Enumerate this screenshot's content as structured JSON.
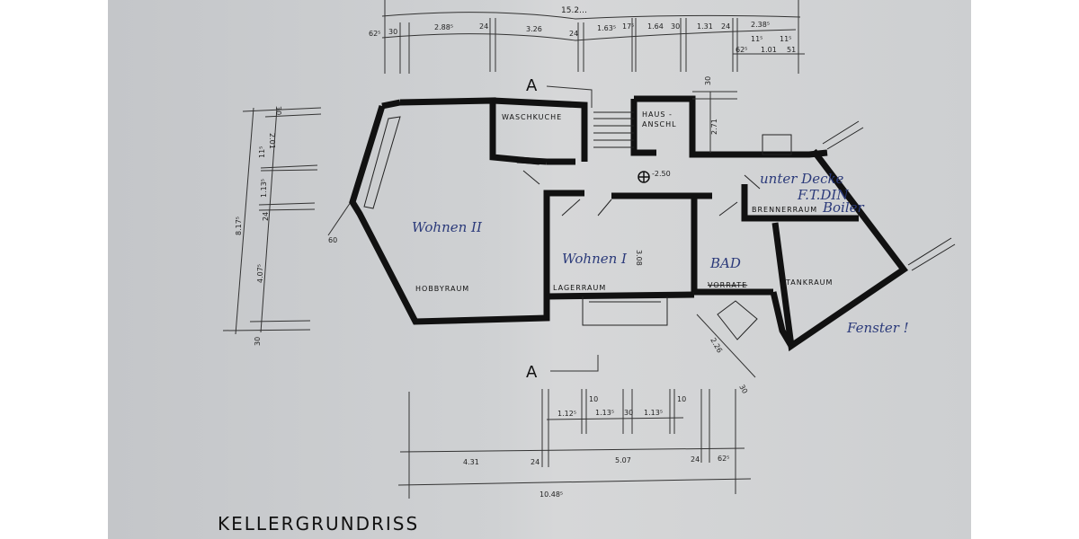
{
  "title": "KELLERGRUNDRISS",
  "section_marker": "A",
  "rooms": {
    "hobbyraum": "HOBBYRAUM",
    "waschkueche": "WASCHKUCHE",
    "hausanschl_1": "HAUS -",
    "hausanschl_2": "ANSCHL",
    "lagerraum": "LAGERRAUM",
    "vorraete": "VORRATE",
    "brennerraum": "BRENNERRAUM",
    "tankraum": "TANKRAUM"
  },
  "handwritten": {
    "wohnen2": "Wohnen II",
    "wohnen1": "Wohnen I",
    "bad": "BAD",
    "fenster": "Fenster !",
    "unter_decke": "unter Decke",
    "din": "F.T.DIN",
    "boiler": "Boiler"
  },
  "level_mark": "-2.50",
  "dimensions": {
    "top": [
      "62⁵",
      "30",
      "2.88⁵",
      "24",
      "3.26",
      "24",
      "1.63⁵",
      "17⁵",
      "1.64",
      "30",
      "1.31",
      "24",
      "2.38⁵"
    ],
    "top_sub": [
      "62⁵",
      "11⁵",
      "1.01",
      "11⁵",
      "51"
    ],
    "top_total": "15.2…",
    "left": [
      "30",
      "2.01",
      "11⁵",
      "1.13⁵",
      "24",
      "8.17⁵",
      "4.07⁵",
      "30"
    ],
    "left_diag": "60",
    "right_vertical": [
      "30",
      "2.71"
    ],
    "lager_height": "3.08",
    "right_diag": [
      "2.26",
      "30"
    ],
    "bottom_upper": [
      "1.12⁵",
      "10",
      "1.13⁵",
      "30",
      "1.13⁵",
      "10"
    ],
    "bottom_lower": [
      "4.31",
      "24",
      "5.07",
      "24",
      "62⁵"
    ],
    "bottom_total": "10.48⁵"
  }
}
